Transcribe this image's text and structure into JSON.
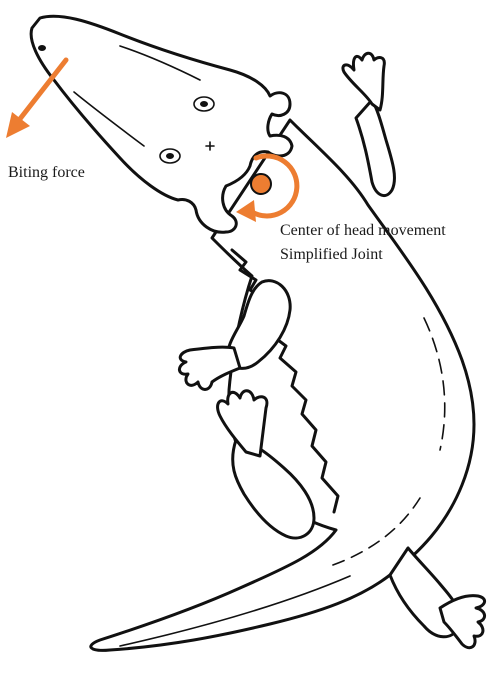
{
  "labels": {
    "biting_force": "Biting force",
    "center_line1": "Center of head movement",
    "center_line2": "Simplified Joint"
  },
  "colors": {
    "accent": "#ED7D31",
    "ink": "#111111",
    "background": "#FFFFFF"
  },
  "icons": {
    "force_arrow": "arrow-down-left-icon",
    "rotation_arrow": "curved-arrow-icon",
    "joint": "filled-circle-icon"
  }
}
